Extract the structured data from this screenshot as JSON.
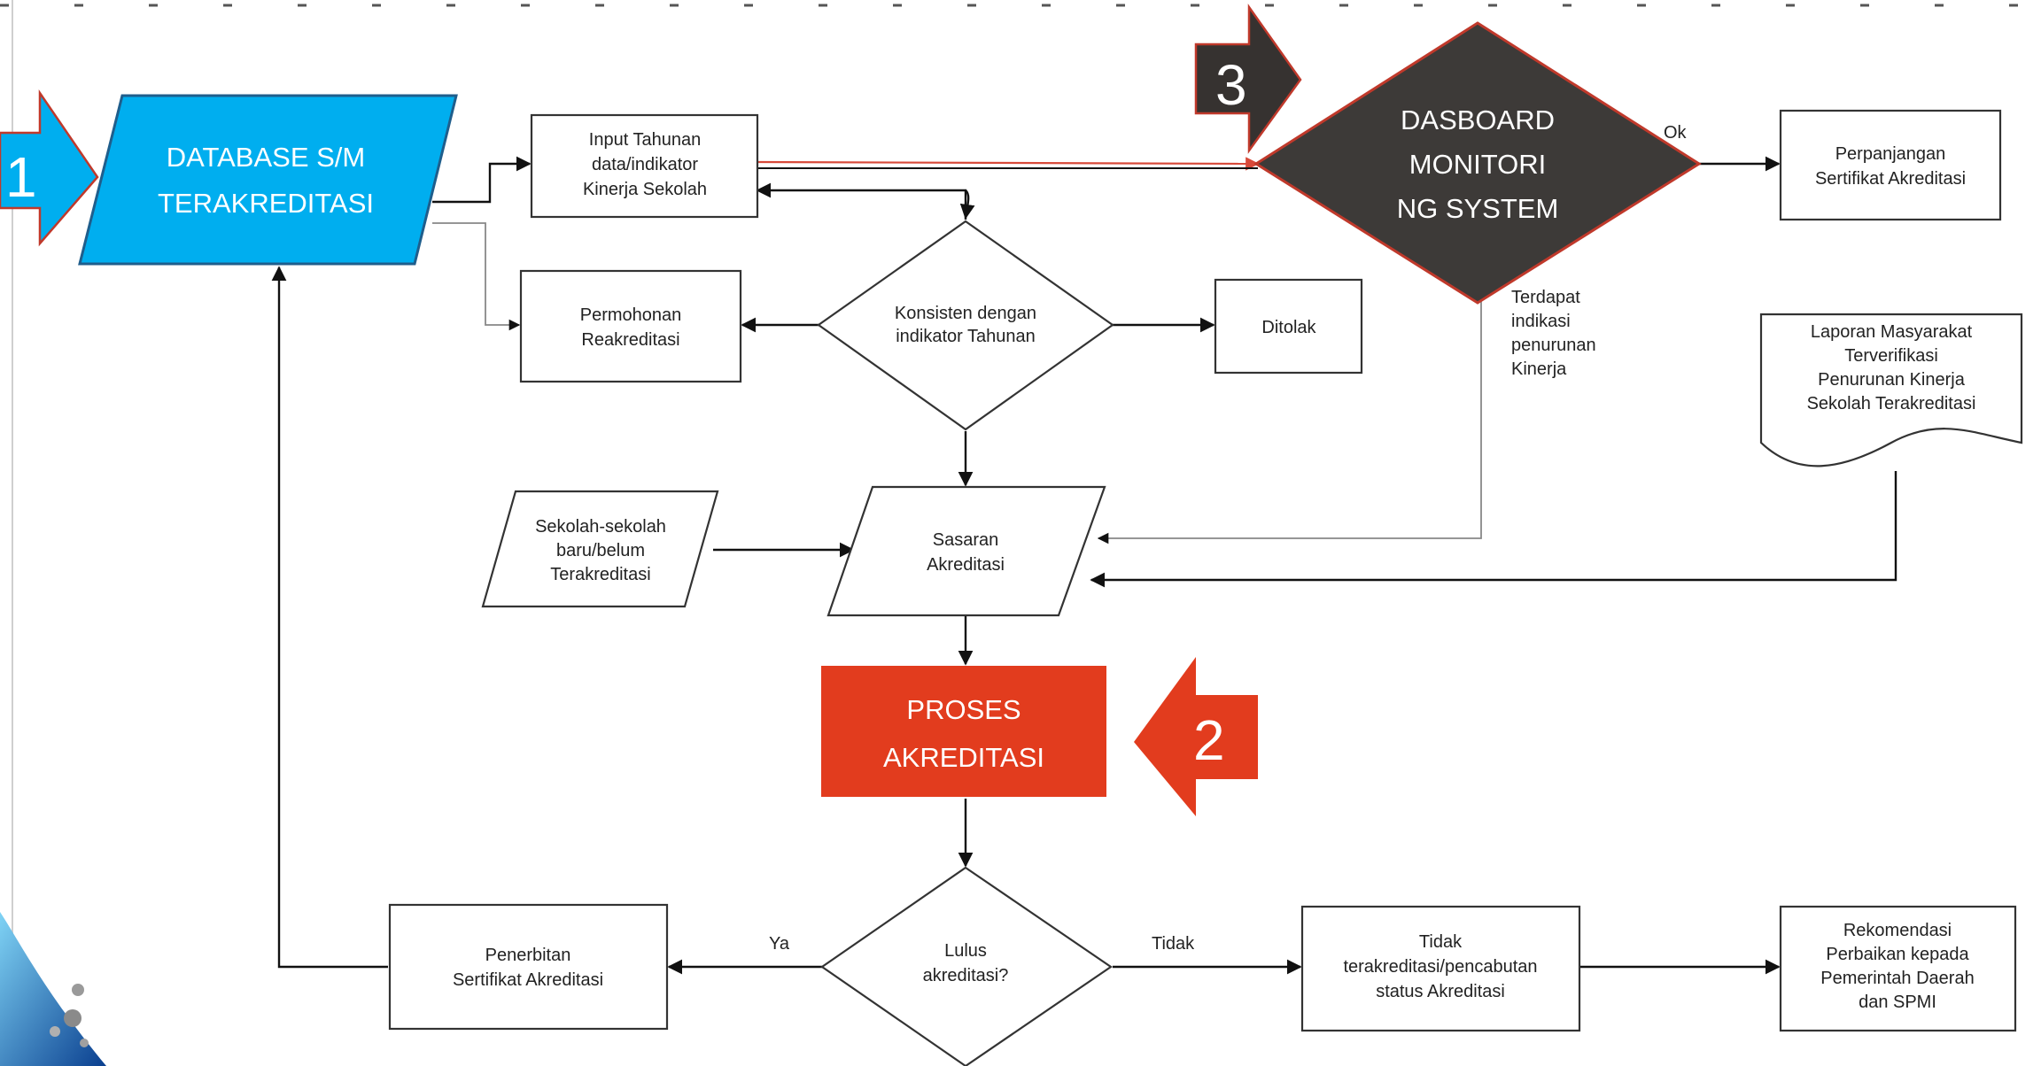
{
  "callouts": {
    "database": [
      "DATABASE S/M",
      "TERAKREDITASI"
    ],
    "dashboard": [
      "DASBOARD",
      "MONITORI",
      "NG SYSTEM"
    ],
    "proses": [
      "PROSES",
      "AKREDITASI"
    ],
    "num1": "1",
    "num2": "2",
    "num3": "3"
  },
  "nodes": {
    "input_tahunan": [
      "Input Tahunan",
      "data/indikator",
      "Kinerja Sekolah"
    ],
    "perpanjangan": [
      "Perpanjangan",
      "Sertifikat Akreditasi"
    ],
    "permohonan": [
      "Permohonan",
      "Reakreditasi"
    ],
    "konsisten": [
      "Konsisten dengan",
      "indikator Tahunan"
    ],
    "ditolak": [
      "Ditolak"
    ],
    "laporan": [
      "Laporan Masyarakat",
      "Terverifikasi",
      "Penurunan Kinerja",
      "Sekolah Terakreditasi"
    ],
    "sekolah_baru": [
      "Sekolah-sekolah",
      "baru/belum",
      "Terakreditasi"
    ],
    "sasaran": [
      "Sasaran",
      "Akreditasi"
    ],
    "lulus": [
      "Lulus",
      "akreditasi?"
    ],
    "penerbitan": [
      "Penerbitan",
      "Sertifikat Akreditasi"
    ],
    "tidak_terakreditasi": [
      "Tidak",
      "terakreditasi/pencabutan",
      "status Akreditasi"
    ],
    "rekomendasi": [
      "Rekomendasi",
      "Perbaikan kepada",
      "Pemerintah Daerah",
      "dan SPMI"
    ]
  },
  "edge_labels": {
    "ok": "Ok",
    "terdapat": [
      "Terdapat",
      "indikasi",
      "penurunan",
      "Kinerja"
    ],
    "ya": "Ya",
    "tidak": "Tidak"
  },
  "colors": {
    "database_fill": "#00aeef",
    "database_stroke": "#1f5e8c",
    "dashboard_fill": "#3d3a38",
    "callout_red": "#e23c1e",
    "callout_stroke": "#c0392b",
    "dark_arrow": "#363230"
  }
}
